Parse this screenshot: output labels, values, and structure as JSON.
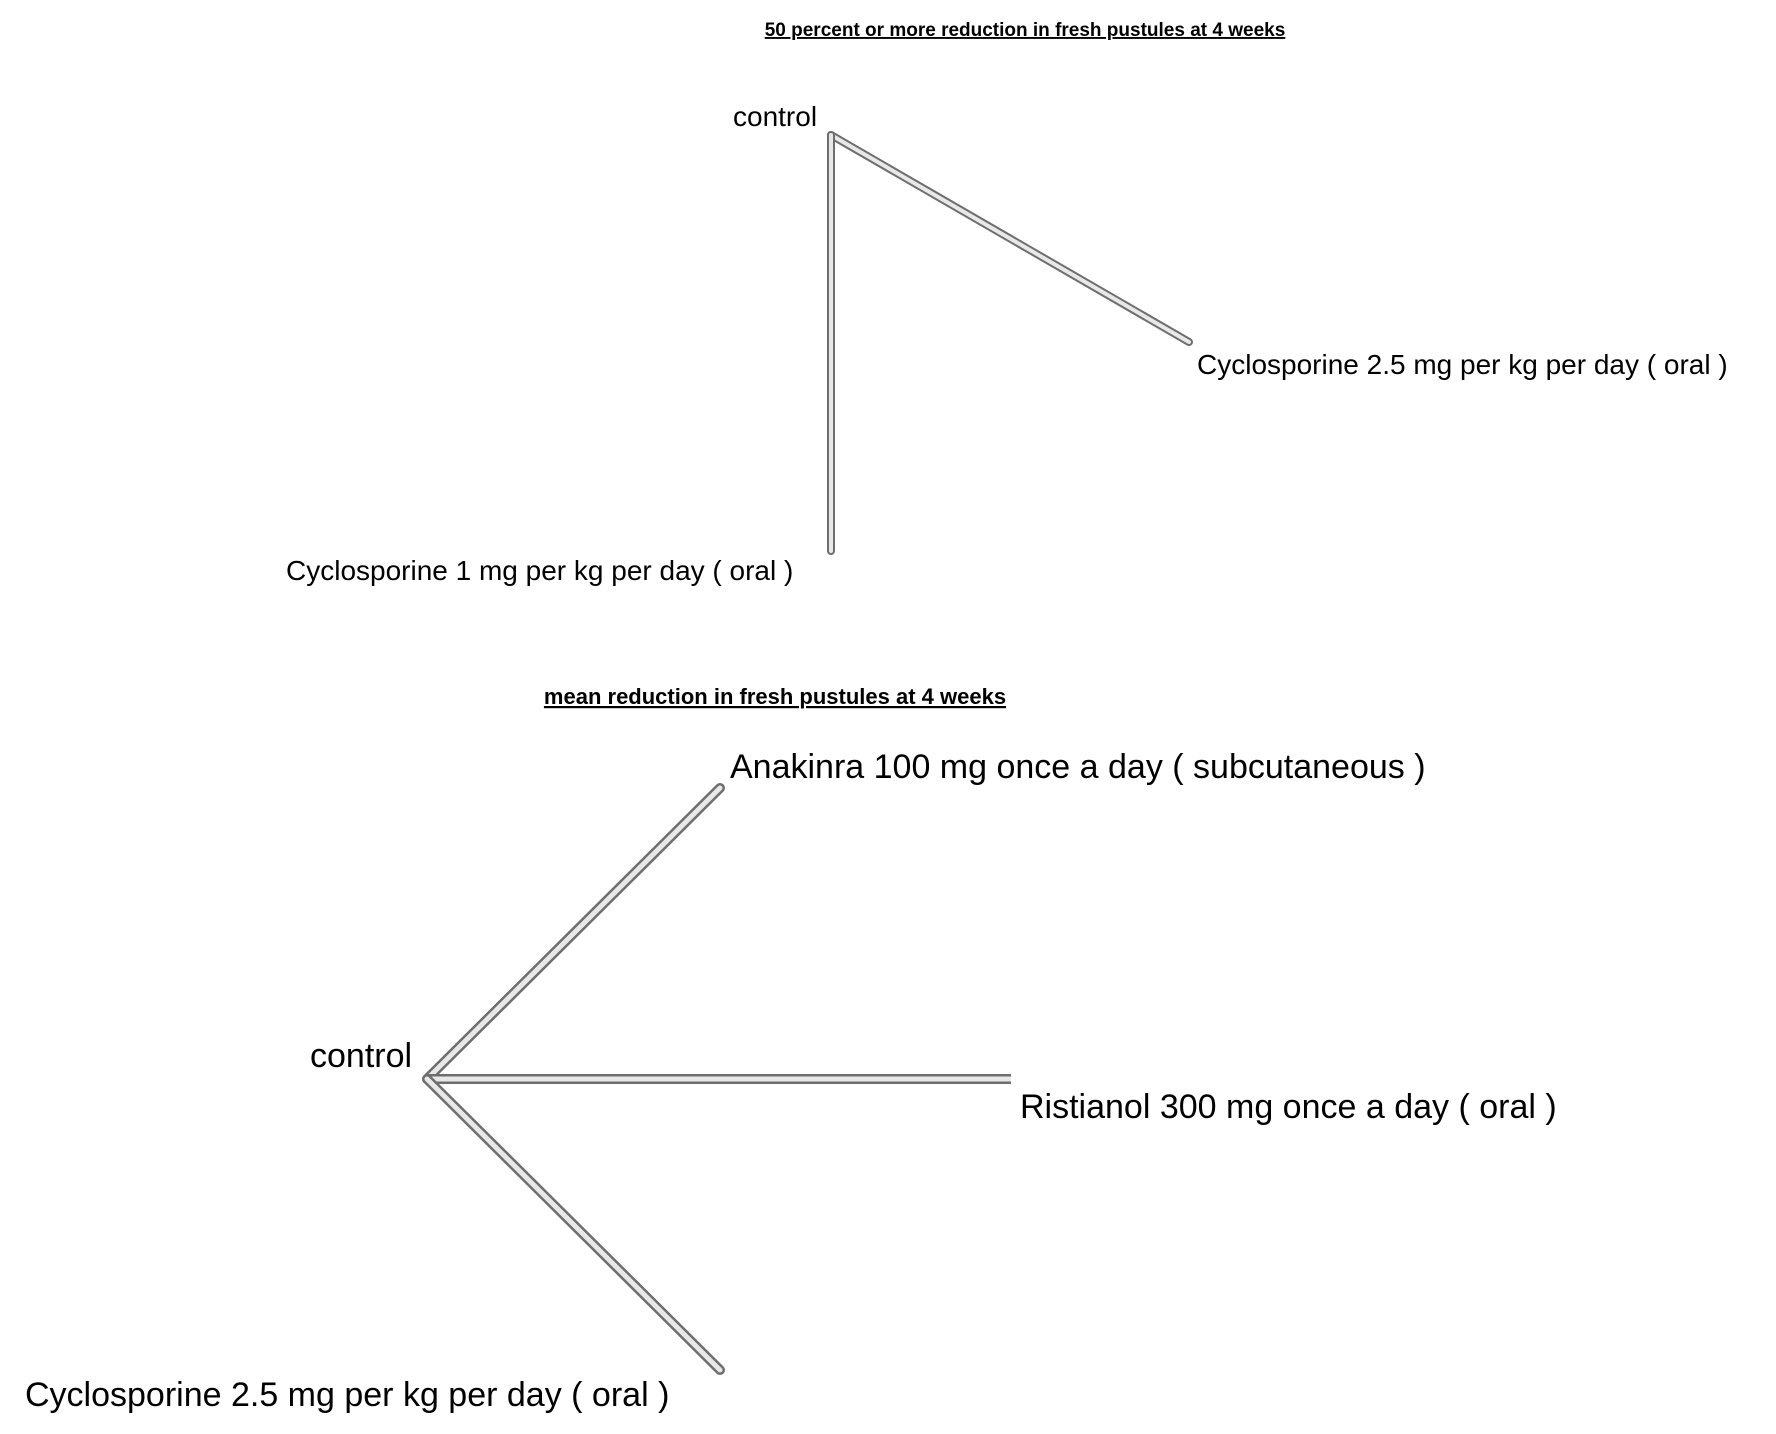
{
  "diagrams": [
    {
      "title": "50 percent or more reduction in fresh pustules at 4 weeks",
      "nodes": {
        "control": "control",
        "cyc25": "Cyclosporine 2.5 mg per kg per day ( oral )",
        "cyc1": "Cyclosporine 1 mg per kg per day ( oral )"
      },
      "edges": [
        [
          "control",
          "cyc25"
        ],
        [
          "control",
          "cyc1"
        ]
      ]
    },
    {
      "title": "mean reduction in fresh pustules at 4 weeks",
      "nodes": {
        "control": "control",
        "anakinra": "Anakinra 100 mg once a day ( subcutaneous )",
        "ristianol": "Ristianol 300 mg once a day ( oral )",
        "cyc25": "Cyclosporine 2.5 mg per kg per day ( oral )"
      },
      "edges": [
        [
          "control",
          "anakinra"
        ],
        [
          "control",
          "ristianol"
        ],
        [
          "control",
          "cyc25"
        ]
      ]
    }
  ],
  "colors": {
    "edge_outer": "#6e6e6e",
    "edge_inner": "#e8e8e8",
    "text": "#000000"
  }
}
